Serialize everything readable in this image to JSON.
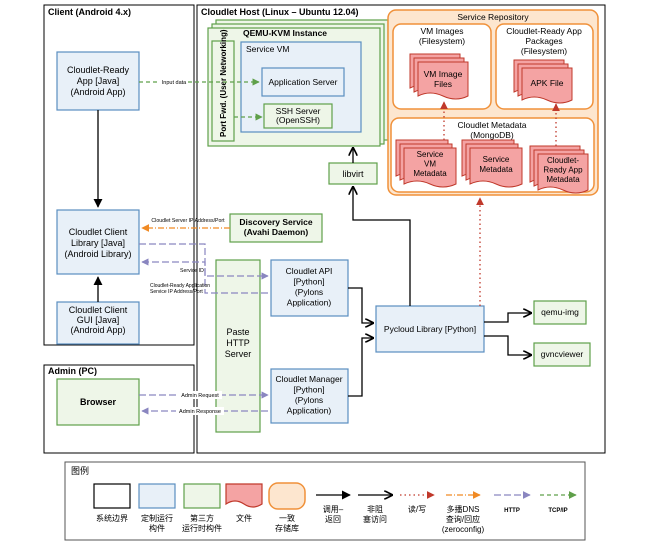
{
  "client": {
    "title": "Client (Android 4.x)"
  },
  "admin": {
    "title": "Admin (PC)"
  },
  "host": {
    "title": "Cloudlet Host (Linux – Ubuntu 12.04)"
  },
  "nodes": {
    "cloudlet_app": [
      "Cloudlet-Ready",
      "App [Java]",
      "(Android App)"
    ],
    "client_library": [
      "Cloudlet Client",
      "Library [Java]",
      "(Android Library)"
    ],
    "client_gui": [
      "Cloudlet Client",
      "GUI [Java]",
      "(Android App)"
    ],
    "browser": [
      "Browser"
    ],
    "discovery": [
      "Discovery Service",
      "(Avahi Daemon)"
    ],
    "qemu": [
      "QEMU-KVM Instance"
    ],
    "port_fwd": "Port Fwd. (User Networking)",
    "service_vm": [
      "Service VM"
    ],
    "app_server": [
      "Application Server"
    ],
    "ssh_server": [
      "SSH Server",
      "(OpenSSH)"
    ],
    "libvirt": [
      "libvirt"
    ],
    "service_repo": [
      "Service Repository"
    ],
    "vm_images": [
      "VM Images",
      "(Filesystem)"
    ],
    "vm_image_files": [
      "VM Image",
      "Files"
    ],
    "app_packages": [
      "Cloudlet-Ready App",
      "Packages",
      "(Filesystem)"
    ],
    "apk_file": [
      "APK File"
    ],
    "metadata": [
      "Cloudlet Metadata",
      "(MongoDB)"
    ],
    "svm_meta": [
      "Service",
      "VM",
      "Metadata"
    ],
    "service_meta": [
      "Service",
      "Metadata"
    ],
    "app_meta": [
      "Cloudlet-",
      "Ready App",
      "Metadata"
    ],
    "cloudlet_api": [
      "Cloudlet API",
      "[Python]",
      "(Pylons",
      "Application)"
    ],
    "cloudlet_manager": [
      "Cloudlet Manager",
      "[Python]",
      "(Pylons",
      "Application)"
    ],
    "paste": [
      "Paste",
      "HTTP",
      "Server"
    ],
    "pycloud": [
      "Pycloud Library [Python]"
    ],
    "qemu_img": [
      "qemu-img"
    ],
    "gvncviewer": [
      "gvncviewer"
    ]
  },
  "edges": {
    "input_data": "Input data",
    "server_ip": "Cloudlet Server  IP Address/Port",
    "service_id": "Service ID",
    "ready_app_ip": [
      "Cloudlet-Ready Application",
      "Service IP Address/Port"
    ],
    "admin_request": "Admin Request",
    "admin_response": "Admin Response"
  },
  "legend": {
    "title": "图例",
    "items": [
      {
        "label": [
          "系统边界"
        ]
      },
      {
        "label": [
          "定制运行",
          "构件"
        ]
      },
      {
        "label": [
          "第三方",
          "运行时构件"
        ]
      },
      {
        "label": [
          "文件"
        ]
      },
      {
        "label": [
          "一致",
          "存储库"
        ]
      },
      {
        "label": [
          "调用–",
          "返回"
        ]
      },
      {
        "label": [
          "非阻",
          "塞访问"
        ]
      },
      {
        "label": [
          "读/写"
        ]
      },
      {
        "label": [
          "多播DNS",
          "查询/回应",
          "(zeroconfig)"
        ]
      },
      {
        "label": [
          "HTTP"
        ]
      },
      {
        "label": [
          "TCP/IP"
        ]
      }
    ]
  },
  "colors": {
    "custom_fill": "#e8f0f8",
    "custom_stroke": "#5a8ec0",
    "third_fill": "#eef6e8",
    "third_stroke": "#5fa04a",
    "file_fill": "#f4a3a3",
    "file_stroke": "#c0392b",
    "repo_fill": "#fde6cf",
    "repo_stroke": "#f0913a",
    "orange": "#f08a24",
    "purple": "#8a86c0",
    "green": "#5fa04a",
    "red": "#c0392b"
  }
}
